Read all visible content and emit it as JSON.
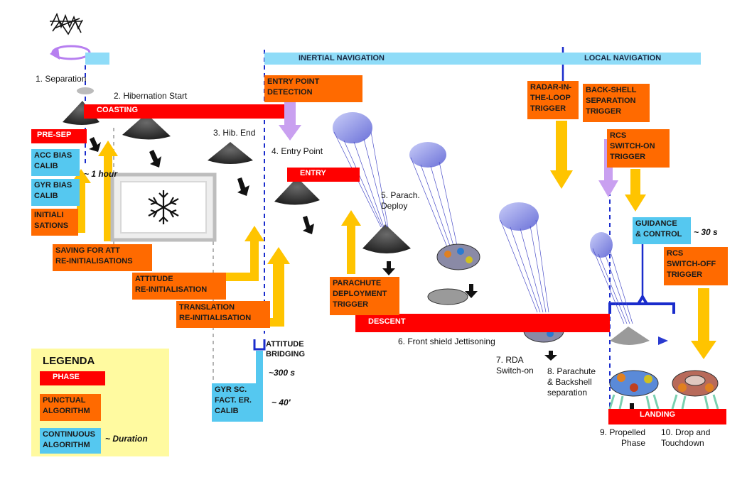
{
  "nav_bars": {
    "inertial": "INERTIAL NAVIGATION",
    "local": "LOCAL NAVIGATION"
  },
  "phases": {
    "coasting": "COASTING",
    "pre_sep": "PRE-SEP",
    "entry": "ENTRY",
    "descent": "DESCENT",
    "landing": "LANDING"
  },
  "algorithms": {
    "entry_point_detection": "ENTRY POINT\nDETECTION",
    "initialisations": "INITIALI\nSATIONS",
    "saving_att": "SAVING FOR ATT\nRE-INITIALISATIONS",
    "attitude_reinit": "ATTITUDE\nRE-INITIALISATION",
    "translation_reinit": "TRANSLATION\nRE-INITIALISATION",
    "parachute_deploy_trigger": "PARACHUTE\nDEPLOYMENT\nTRIGGER",
    "radar_trigger": "RADAR-IN-\nTHE-LOOP\nTRIGGER",
    "backshell_trigger": "BACK-SHELL\nSEPARATION\nTRIGGER",
    "rcs_on": "RCS\nSWITCH-ON\nTRIGGER",
    "rcs_off": "RCS\nSWITCH-OFF\nTRIGGER"
  },
  "continuous": {
    "acc_bias": "ACC BIAS\nCALIB",
    "gyr_bias": "GYR BIAS\nCALIB",
    "gyr_sc": "GYR SC.\nFACT. ER.\nCALIB",
    "guidance": "GUIDANCE\n& CONTROL"
  },
  "events": {
    "separation": "1.  Separation",
    "hibernation": "2. Hibernation Start",
    "hib_end": "3. Hib. End",
    "entry_point": "4. Entry Point",
    "parach_deploy": "5. Parach.\nDeploy",
    "front_shield": "6. Front shield Jettisoning",
    "rda": "7.  RDA\nSwitch-on",
    "parachute_backshell": "8. Parachute\n& Backshell\nseparation",
    "propelled": "9. Propelled\nPhase",
    "touchdown": "10. Drop and\nTouchdown"
  },
  "durations": {
    "one_hour": "~ 1 hour",
    "three_hundred": "~300 s",
    "forty": "~ 40'",
    "thirty": "~ 30 s",
    "attitude_bridging": "ATTITUDE\nBRIDGING"
  },
  "legend": {
    "title": "LEGENDA",
    "phase": "PHASE",
    "punctual": "PUNCTUAL\nALGORITHM",
    "continuous": "CONTINUOUS\nALGORITHM",
    "duration": "~ Duration"
  },
  "colors": {
    "phase": "#ff0000",
    "punctual": "#ff6a00",
    "continuous": "#55c8f0",
    "nav_bar": "#8fdcf8",
    "arrow_yellow": "#ffc400",
    "arrow_lilac": "#c9a0f0",
    "legend_bg": "#fffaa0",
    "dashed_line": "#1a2ccc"
  },
  "icons": [
    "spacecraft-capsule-icon",
    "snowflake-icon",
    "parachute-icon",
    "lander-icon",
    "down-arrow-icon"
  ]
}
